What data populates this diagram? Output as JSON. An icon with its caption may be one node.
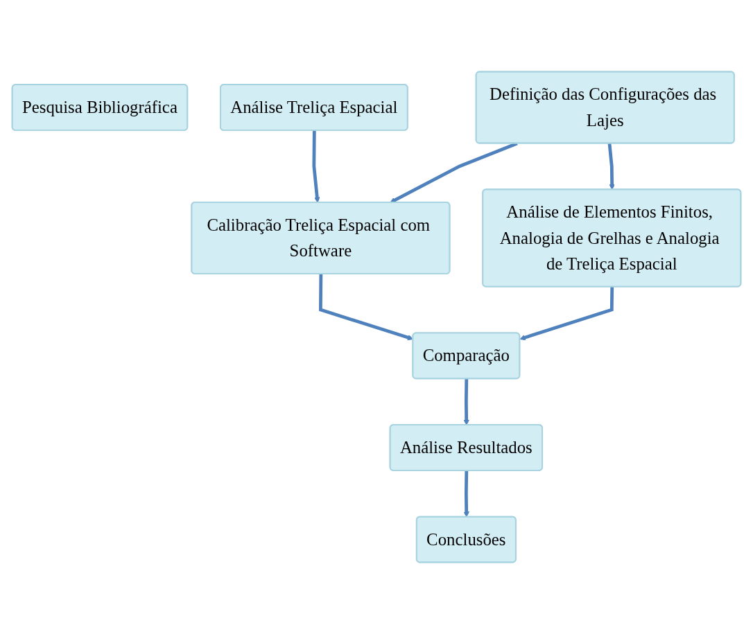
{
  "diagram": {
    "nodes": [
      {
        "text": [
          "Pesquisa Bibliográfica"
        ]
      },
      {
        "text": [
          "Análise Treliça Espacial"
        ]
      },
      {
        "text": [
          "Definição das Configurações das Lajes"
        ]
      },
      {
        "text": [
          "Calibração Treliça Espacial com Software"
        ]
      },
      {
        "text": [
          "Análise de Elementos Finitos, Analogia de Grelhas e Analogia de Treliça Espacial"
        ]
      },
      {
        "text": [
          "Comparação"
        ]
      },
      {
        "text": [
          "Análise Resultados"
        ]
      },
      {
        "text": [
          "Conclusões"
        ]
      }
    ],
    "edges": [
      {
        "from": 1,
        "to": 3,
        "arrow": "to"
      },
      {
        "from": 2,
        "to": 3,
        "arrow": "to"
      },
      {
        "from": 2,
        "to": 4,
        "arrow": "to"
      },
      {
        "from": 3,
        "to": 5,
        "arrow": "to"
      },
      {
        "from": 4,
        "to": 5,
        "arrow": "to"
      },
      {
        "from": 5,
        "to": 6,
        "arrow": "to"
      },
      {
        "from": 6,
        "to": 7,
        "arrow": "to"
      }
    ]
  }
}
